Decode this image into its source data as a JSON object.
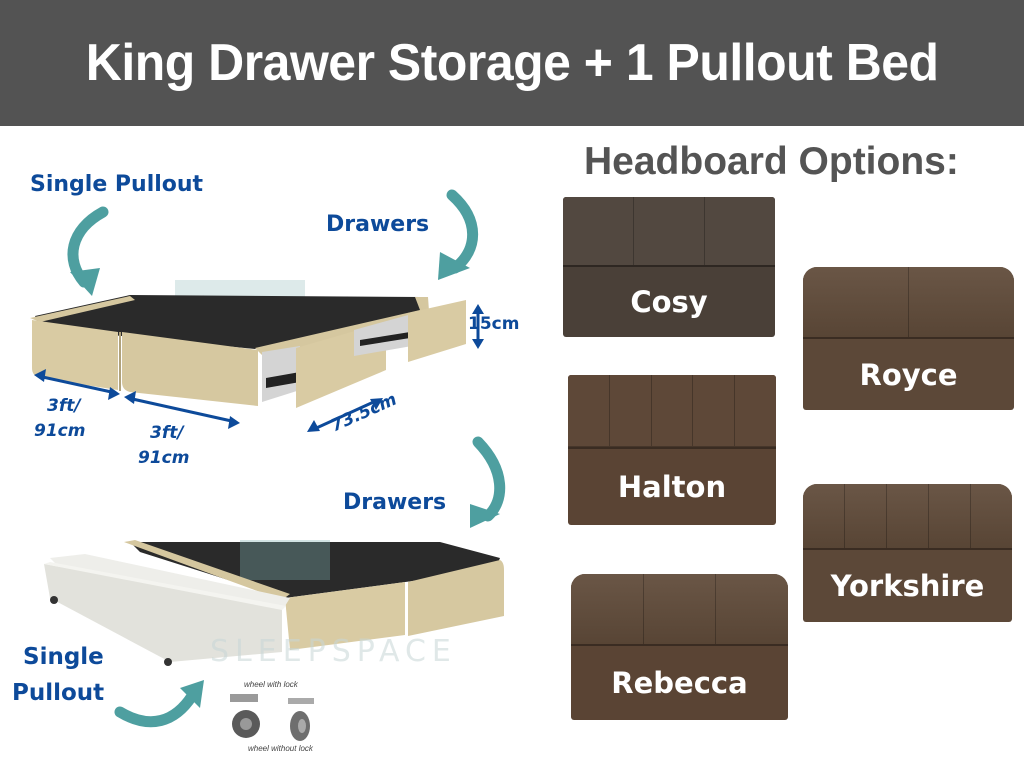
{
  "header": {
    "title": "King Drawer Storage + 1 Pullout Bed",
    "background": "#535353"
  },
  "diagram_top": {
    "labels": {
      "single_pullout": "Single Pullout",
      "drawers": "Drawers"
    },
    "dimensions": {
      "height": "15cm",
      "width_left_ft": "3ft/",
      "width_left_cm": "91cm",
      "width_right_ft": "3ft/",
      "width_right_cm": "91cm",
      "drawer_depth": "73.5cm"
    }
  },
  "diagram_bottom": {
    "labels": {
      "drawers": "Drawers",
      "single_line1": "Single",
      "single_line2": "Pullout"
    },
    "watermark": "SLEEPSPACE",
    "wheels": {
      "with_lock": "wheel with lock",
      "without_lock": "wheel without lock"
    }
  },
  "headboards": {
    "title": "Headboard Options:",
    "items": [
      {
        "name": "Cosy",
        "panels": 3
      },
      {
        "name": "Royce",
        "panels": 2
      },
      {
        "name": "Halton",
        "panels": 5
      },
      {
        "name": "Yorkshire",
        "panels": 5
      },
      {
        "name": "Rebecca",
        "panels": 3
      }
    ]
  },
  "colors": {
    "label_blue": "#0d4a9a",
    "arrow_teal": "#4e9fa0",
    "bed_beige": "#d9cba3",
    "headboard_brown": "#5a4838",
    "title_grey": "#545454"
  }
}
